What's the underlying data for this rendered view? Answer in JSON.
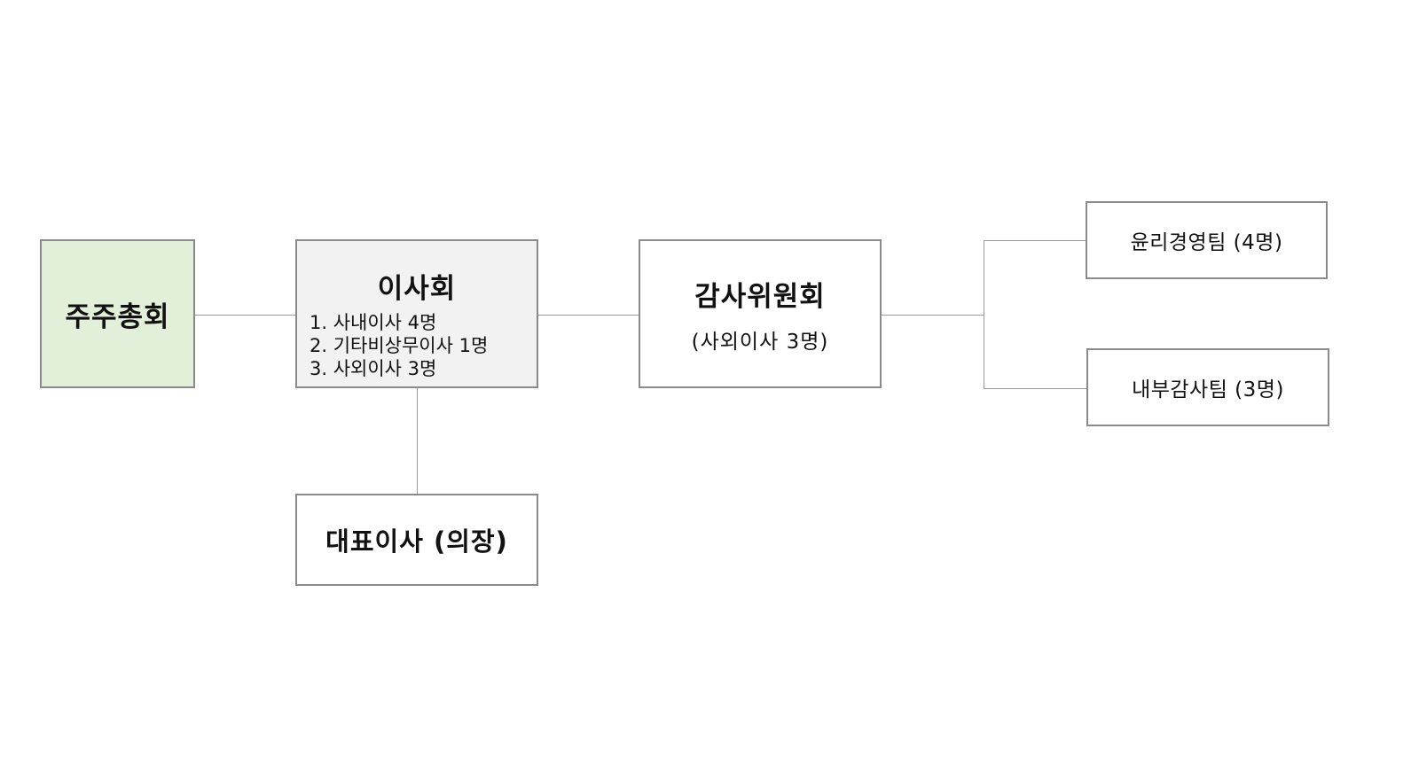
{
  "nodes": {
    "shareholders": {
      "label": "주주총회"
    },
    "board": {
      "label": "이사회",
      "items": [
        "1. 사내이사 4명",
        "2. 기타비상무이사 1명",
        "3. 사외이사 3명"
      ]
    },
    "ceo": {
      "label": "대표이사 (의장)"
    },
    "audit_committee": {
      "label": "감사위원회",
      "sub": "(사외이사 3명)"
    },
    "ethics_team": {
      "label": "윤리경영팀 (4명)"
    },
    "internal_audit_team": {
      "label": "내부감사팀 (3명)"
    }
  },
  "colors": {
    "shareholders_fill": "#e2efd9",
    "board_fill": "#f2f2f2",
    "border": "#8a8a8a",
    "connector": "#9a9a9a"
  }
}
